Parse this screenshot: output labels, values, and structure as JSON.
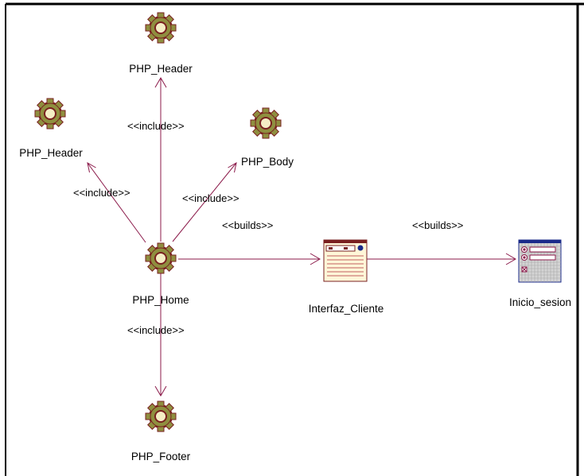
{
  "diagram": {
    "colors": {
      "line": "#8b1a4a",
      "gear_fill": "#8f8f3f",
      "gear_dark": "#7a2020",
      "gear_center": "#f5eec5",
      "frame": "#000000"
    },
    "nodes": {
      "php_header_top": {
        "label": "PHP_Header",
        "icon": "gear-icon"
      },
      "php_header_left": {
        "label": "PHP_Header",
        "icon": "gear-icon"
      },
      "php_body": {
        "label": "PHP_Body",
        "icon": "gear-icon"
      },
      "php_home": {
        "label": "PHP_Home",
        "icon": "gear-icon"
      },
      "php_footer": {
        "label": "PHP_Footer",
        "icon": "gear-icon"
      },
      "interfaz_cliente": {
        "label": "Interfaz_Cliente",
        "icon": "client-page-icon"
      },
      "inicio_sesion": {
        "label": "Inicio_sesion",
        "icon": "form-icon"
      }
    },
    "edges": {
      "home_to_header_top": {
        "stereotype": "<<include>>"
      },
      "home_to_header_left": {
        "stereotype": "<<include>>"
      },
      "home_to_body": {
        "stereotype": "<<include>>"
      },
      "home_to_footer": {
        "stereotype": "<<include>>"
      },
      "home_to_interfaz": {
        "stereotype": "<<builds>>"
      },
      "interfaz_to_inicio": {
        "stereotype": "<<builds>>"
      }
    }
  }
}
